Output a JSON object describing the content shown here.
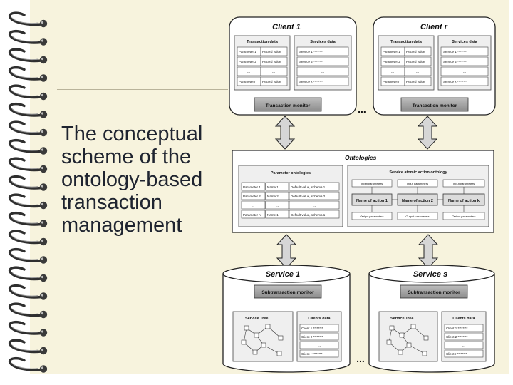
{
  "slide": {
    "title": "The conceptual\nscheme of the\nontology-based\ntransaction\nmanagement"
  },
  "clients": [
    {
      "name": "Client 1",
      "transaction_header": "Transaction data",
      "services_header": "Services data",
      "rows": [
        [
          "Parameter 1",
          "Record value",
          "Service 1 ********"
        ],
        [
          "Parameter 2",
          "Record value",
          "Service 2 ********"
        ],
        [
          "...",
          "...",
          "..."
        ],
        [
          "Parameter n",
          "Record value",
          "Service k ********"
        ]
      ],
      "monitor": "Transaction monitor"
    },
    {
      "name": "Client r",
      "transaction_header": "Transaction data",
      "services_header": "Services data",
      "rows": [
        [
          "Parameter 1",
          "Record value",
          "Service 1 ********"
        ],
        [
          "Parameter 2",
          "Record value",
          "Service 2 ********"
        ],
        [
          "...",
          "...",
          "..."
        ],
        [
          "Parameter n",
          "Record value",
          "Service k ********"
        ]
      ],
      "monitor": "Transaction monitor"
    }
  ],
  "ellipsis": "...",
  "ontologies": {
    "title": "Ontologies",
    "param_title": "Parameter ontologies",
    "param_rows": [
      [
        "Parameter 1",
        "Name 1",
        "Default value, schema 1"
      ],
      [
        "Parameter 2",
        "Name 2",
        "Default value, schema 2"
      ],
      [
        "...",
        "...",
        "..."
      ],
      [
        "Parameter n",
        "Name 1",
        "Default value, schema 1"
      ]
    ],
    "action_title": "Service atomic action ontology",
    "top_params": [
      "Input parameters",
      "Input parameters",
      "Input parameters"
    ],
    "actions": [
      "Name of action 1",
      "Name of action 2",
      "Name of action k"
    ],
    "bottom_params": [
      "Output parameters",
      "Output parameters",
      "Output parameters"
    ]
  },
  "services": [
    {
      "name": "Service 1",
      "monitor": "Subtransaction monitor",
      "tree_label": "Service Tree",
      "clients_label": "Clients data",
      "client_rows": [
        "Client 1 ********",
        "Client 2 ********",
        "...",
        "Client r ********"
      ]
    },
    {
      "name": "Service s",
      "monitor": "Subtransaction monitor",
      "tree_label": "Service Tree",
      "clients_label": "Clients data",
      "client_rows": [
        "Client 1 ********",
        "Client 2 ********",
        "...",
        "Client r ********"
      ]
    }
  ]
}
